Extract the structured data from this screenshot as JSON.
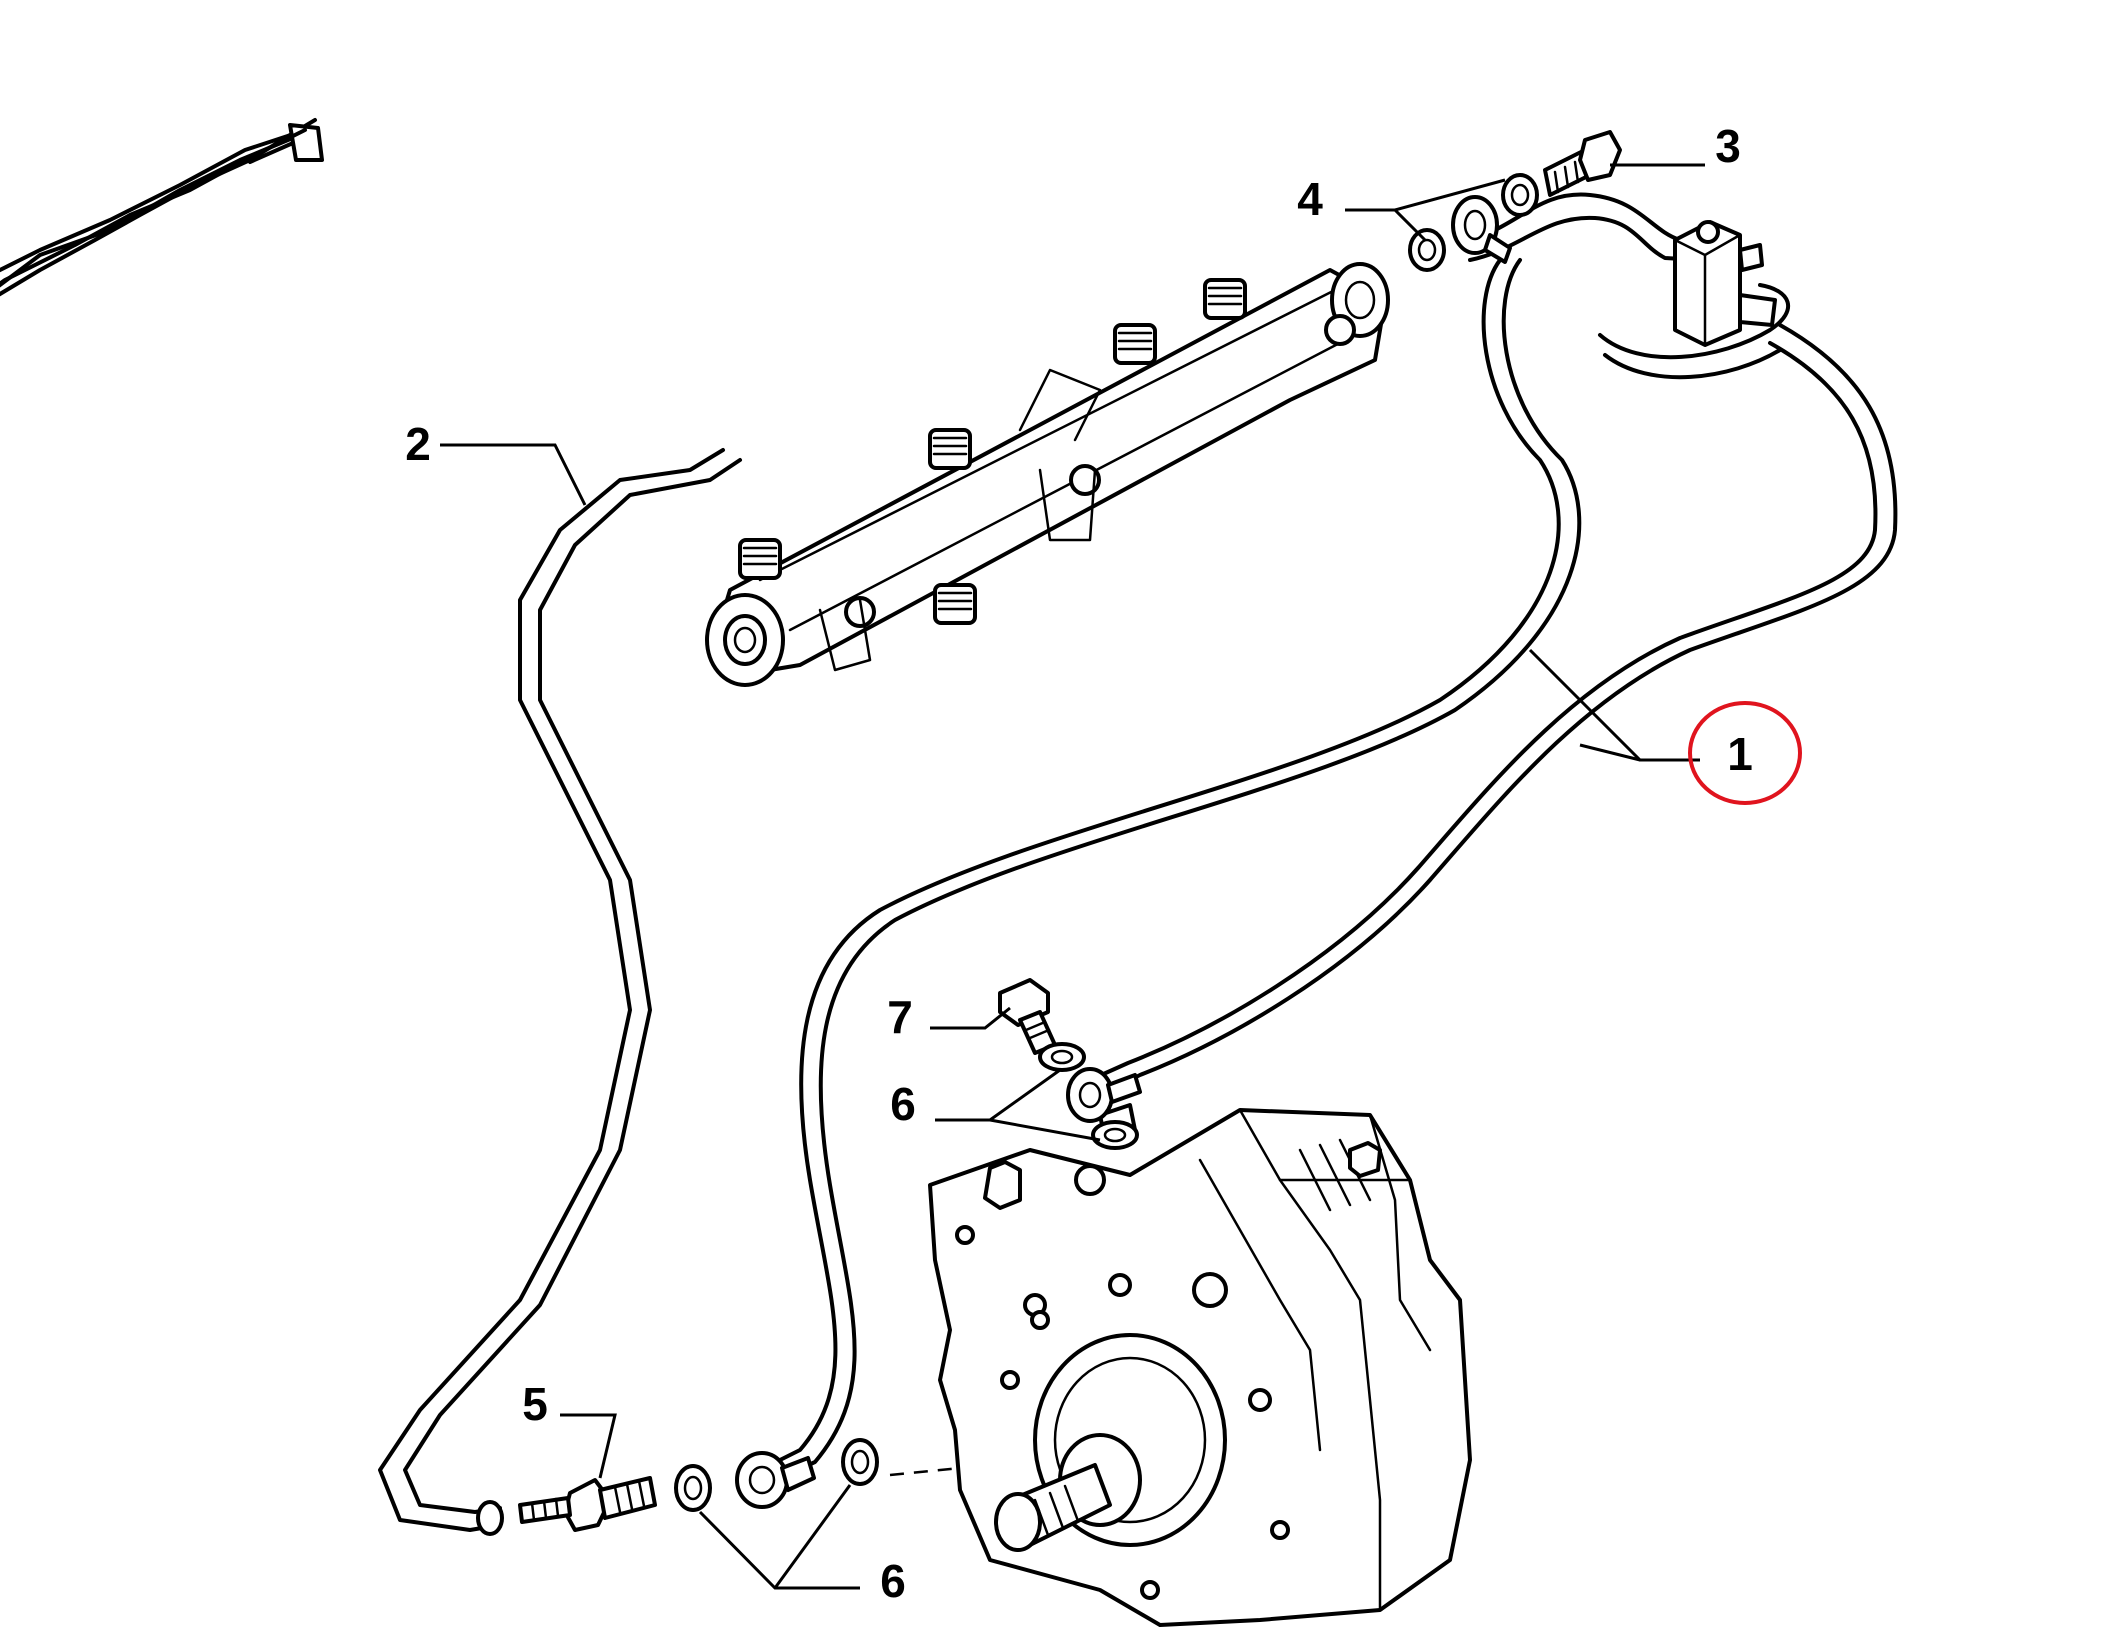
{
  "callouts": [
    {
      "id": "1",
      "number": "1",
      "highlighted": true
    },
    {
      "id": "2",
      "number": "2"
    },
    {
      "id": "3",
      "number": "3"
    },
    {
      "id": "4",
      "number": "4"
    },
    {
      "id": "5",
      "number": "5"
    },
    {
      "id": "6a",
      "number": "6"
    },
    {
      "id": "6b",
      "number": "6"
    },
    {
      "id": "7",
      "number": "7"
    }
  ],
  "colors": {
    "line": "#000000",
    "background": "#ffffff",
    "highlight": "#e0141e"
  }
}
